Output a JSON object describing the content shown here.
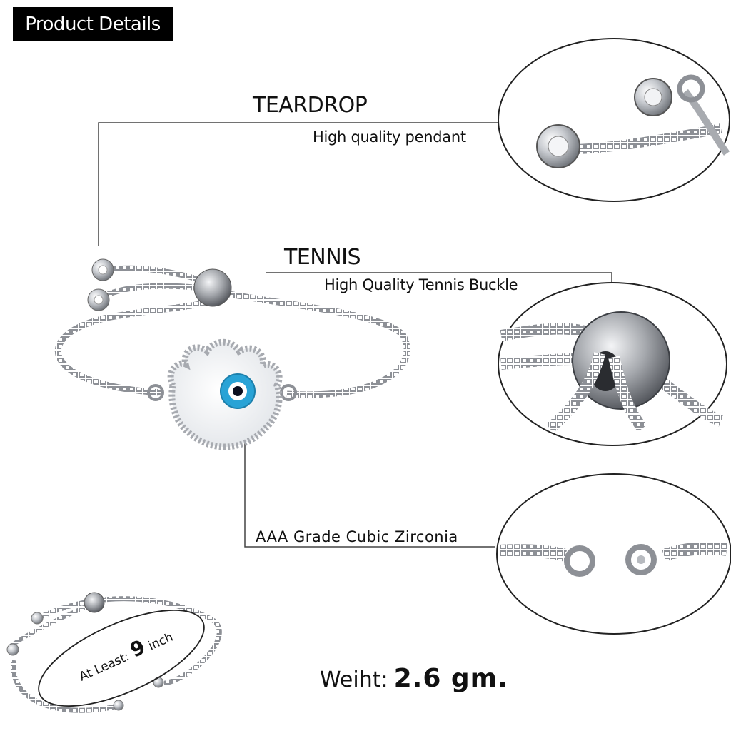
{
  "header": {
    "label": "Product Details"
  },
  "callouts": {
    "teardrop": {
      "title": "TEARDROP",
      "subtitle": "High quality pendant"
    },
    "tennis": {
      "title": "TENNIS",
      "subtitle": "High Quality Tennis Buckle"
    },
    "zirconia": {
      "label": "AAA Grade Cubic Zirconia"
    }
  },
  "length": {
    "prefix": "At Least:",
    "value": "9",
    "unit": "inch"
  },
  "weight": {
    "label": "Weiht:",
    "value": "2.6 gm."
  },
  "colors": {
    "silver": "#c9ccd1",
    "eye_blue": "#29a3d6",
    "pupil": "#0b1020",
    "badge": "#000000"
  }
}
